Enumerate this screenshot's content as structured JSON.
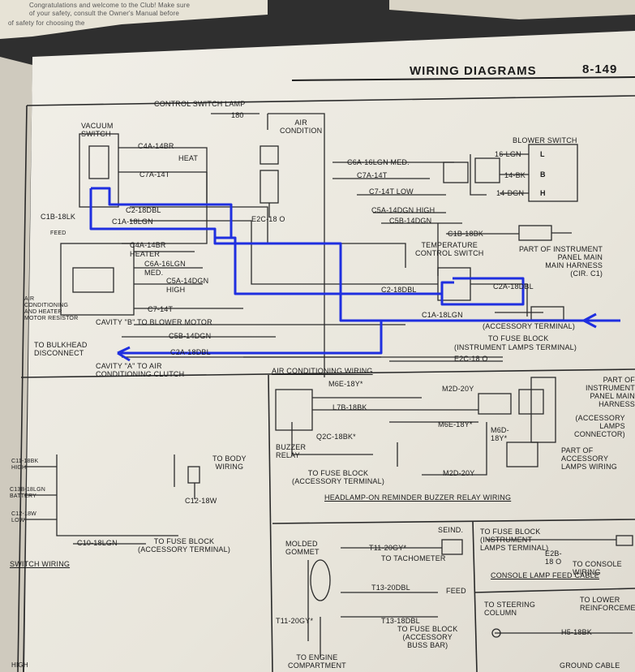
{
  "header": {
    "title": "WIRING DIAGRAMS",
    "page": "8-149"
  },
  "top_strip": {
    "line1": "Congratulations and welcome to the Club! Make sure",
    "line2": "of your safety, consult the Owner's Manual before",
    "line3": "of safety for choosing the"
  },
  "main_diagram": {
    "control_switch_lamp": "CONTROL SWITCH LAMP",
    "w180": "180",
    "air_condition": "AIR\nCONDITION",
    "vacuum_switch": "VACUUM\nSWITCH",
    "c4a_14br": "C4A-14BR",
    "heat": "HEAT",
    "c7a_14t": "C7A-14T",
    "c6a_med": "C6A-16LGN MED.",
    "c7a_14t_b": "C7A-14T",
    "blower_switch": "BLOWER SWITCH",
    "w16lgn": "16-LGN",
    "w14bk": "14-BK",
    "w14dgn": "14-DGN",
    "L": "L",
    "B": "B",
    "H": "H",
    "c7_14t_low": "C7-14T LOW",
    "c5a_high": "C5A-14DGN HIGH",
    "c5b_14dgn": "C5B-14DGN",
    "c2_18dbl": "C2-18DBL",
    "c1b_18lk": "C1B-18LK",
    "c1a_18lgn": "C1A-18LGN",
    "feed": "FEED",
    "e2c_18o": "E2C-18 O",
    "c1b_18bk": "C1B-18BK",
    "part_instrument": "PART OF INSTRUMENT\nPANEL MAIN\nMAIN HARNESS\n(CIR. C1)",
    "temp_control": "TEMPERATURE\nCONTROL SWITCH",
    "c4a_14br_b": "C4A-14BR",
    "heater": "HEATER",
    "c6a_16lgn": "C6A-16LGN",
    "med": "MED.",
    "c5a_14dgn": "C5A-14DGN",
    "high": "HIGH",
    "resistor": "AIR\nCONDITIONING\nAND HEATER\nMOTOR RESISTOR",
    "c7_14t": "C7-14T",
    "c2_18dbl_b": "C2-18DBL",
    "c2a_18dbl": "C2A-18DBL",
    "cavity_b": "CAVITY \"B\" TO BLOWER MOTOR",
    "c5b_14dgn_b": "C5B-14DGN",
    "c1a_18lgn_b": "C1A-18LGN",
    "accessory_terminal": "(ACCESSORY TERMINAL)",
    "to_bulkhead": "TO BULKHEAD\nDISCONNECT",
    "c2a_18dbl_b": "C2A-18DBL",
    "to_fuse": "TO FUSE BLOCK",
    "instrument_lamps": "(INSTRUMENT LAMPS TERMINAL)",
    "e2c_18o_b": "E2C-18 O",
    "cavity_a": "CAVITY \"A\" TO AIR\nCONDITIONING CLUTCH",
    "ac_wiring": "AIR CONDITIONING WIRING"
  },
  "buzzer": {
    "m6e": "M6E-18Y*",
    "m2d_20y": "M2D-20Y",
    "l7b": "L7B-18BK",
    "m6e_b": "M6E-18Y*",
    "m6d": "M6D-\n18Y*",
    "q2c": "Q2C-18BK*",
    "buzzer_relay": "BUZZER\nRELAY",
    "to_fuse": "TO FUSE BLOCK\n(ACCESSORY TERMINAL)",
    "m2d_20y_b": "M2D-20Y",
    "part_of_instr": "PART OF\nINSTRUMENT\nPANEL MAIN\nHARNESS",
    "accessory_lamps": "(ACCESSORY\nLAMPS\nCONNECTOR)",
    "part_of_accessory": "PART OF\nACCESSORY\nLAMPS WIRING",
    "caption": "HEADLAMP-ON REMINDER BUZZER RELAY WIRING"
  },
  "left_lower": {
    "c11_18bk": "C11-18BK\nHIGH",
    "c13b_18lgn": "C13B-18LGN\nBATTERY",
    "c12_18w_low": "C12-18W\nLOW",
    "to_body": "TO BODY\nWIRING",
    "c12_18w": "C12-18W",
    "c10_18lgn": "C10-18LGN",
    "to_fuse": "TO FUSE BLOCK\n(ACCESSORY TERMINAL)",
    "caption": "SWITCH WIRING"
  },
  "tach": {
    "molded": "MOLDED\nGOMMET",
    "t11": "T11-20GY*",
    "to_tach": "TO TACHOMETER",
    "seind": "SEIND.",
    "t13": "T13-20DBL",
    "feed": "FEED",
    "t13b": "T13-18DBL",
    "to_fuse": "TO FUSE BLOCK\n(ACCESSORY\nBUSS BAR)",
    "t11b": "T11-20GY*",
    "to_engine": "TO ENGINE\nCOMPARTMENT"
  },
  "console": {
    "to_fuse": "TO FUSE BLOCK\n(INSTRUMENT\nLAMPS TERMINAL)",
    "e2b": "E2B-\n18 O",
    "to_console": "TO CONSOLE\nWIRING",
    "caption": "CONSOLE LAMP FEED CABLE"
  },
  "ground": {
    "to_steering": "TO STEERING\nCOLUMN",
    "to_lower": "TO LOWER\nREINFORCEMENT",
    "h5": "H5-18BK",
    "ground_cable": "GROUND CABLE"
  },
  "side_labels": {
    "left_bottom": "HIGH"
  },
  "colors": {
    "marker": "#1f2fe0",
    "ink": "#1b1b1b",
    "paper": "#ece9e0"
  }
}
